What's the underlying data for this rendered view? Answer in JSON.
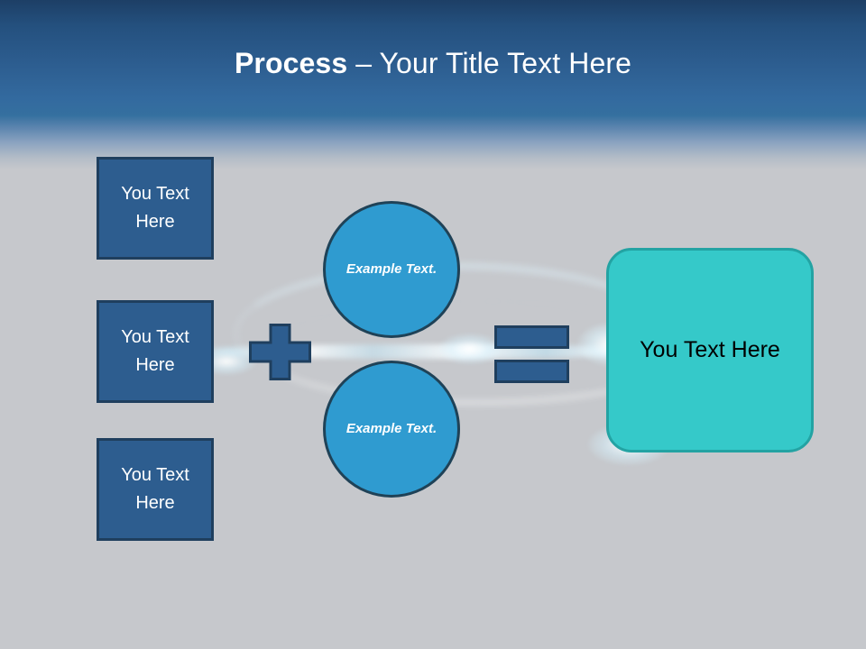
{
  "slide": {
    "title": {
      "strong": "Process",
      "rest": " – Your Title Text Here"
    },
    "colors": {
      "header_top": "#1d3f66",
      "header_bottom": "#35709f",
      "background": "#c6c8cc",
      "box_fill": "#2d5d8f",
      "box_border": "#1f3f5e",
      "circle_fill": "#2f9bd0",
      "circle_border": "#1f4257",
      "result_fill": "#35c9c9",
      "result_border": "#23a3a3",
      "title_text": "#ffffff",
      "result_text": "#000000"
    },
    "inputs": [
      {
        "label": "You Text Here"
      },
      {
        "label": "You Text Here"
      },
      {
        "label": "You Text Here"
      }
    ],
    "operator_plus": "+",
    "operator_equals": "=",
    "circles": [
      {
        "label": "Example Text."
      },
      {
        "label": "Example Text."
      }
    ],
    "result": {
      "label": "You Text Here"
    }
  }
}
